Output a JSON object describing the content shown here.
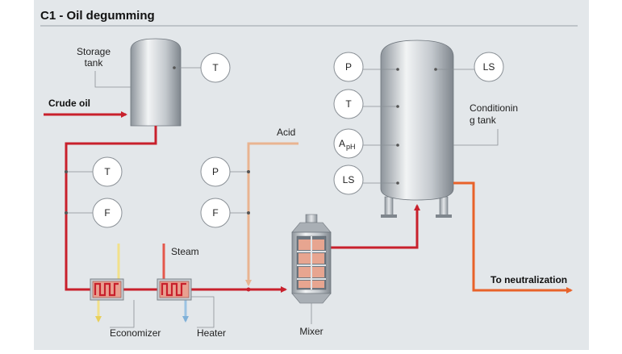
{
  "title": "C1 - Oil degumming",
  "colors": {
    "background": "#e3e7ea",
    "process_line": "#c8202c",
    "acid_line": "#e9b491",
    "outlet_line": "#e8622a",
    "steam_in": "#f2e08a",
    "steam_out": "#9bc3e3"
  },
  "labels": {
    "storage_tank": [
      "Storage",
      "tank"
    ],
    "crude_oil": "Crude oil",
    "acid": "Acid",
    "steam": "Steam",
    "conditioning_tank": [
      "Conditionin",
      "g tank"
    ],
    "to_neutralization": "To neutralization",
    "economizer": "Economizer",
    "heater": "Heater",
    "mixer": "Mixer"
  },
  "instruments": {
    "storage_t": "T",
    "line_t": "T",
    "line_f": "F",
    "acid_p": "P",
    "acid_f": "F",
    "cond_p": "P",
    "cond_t": "T",
    "cond_a": "A",
    "cond_a_sub": "pH",
    "cond_ls_low": "LS",
    "cond_ls_high": "LS"
  }
}
